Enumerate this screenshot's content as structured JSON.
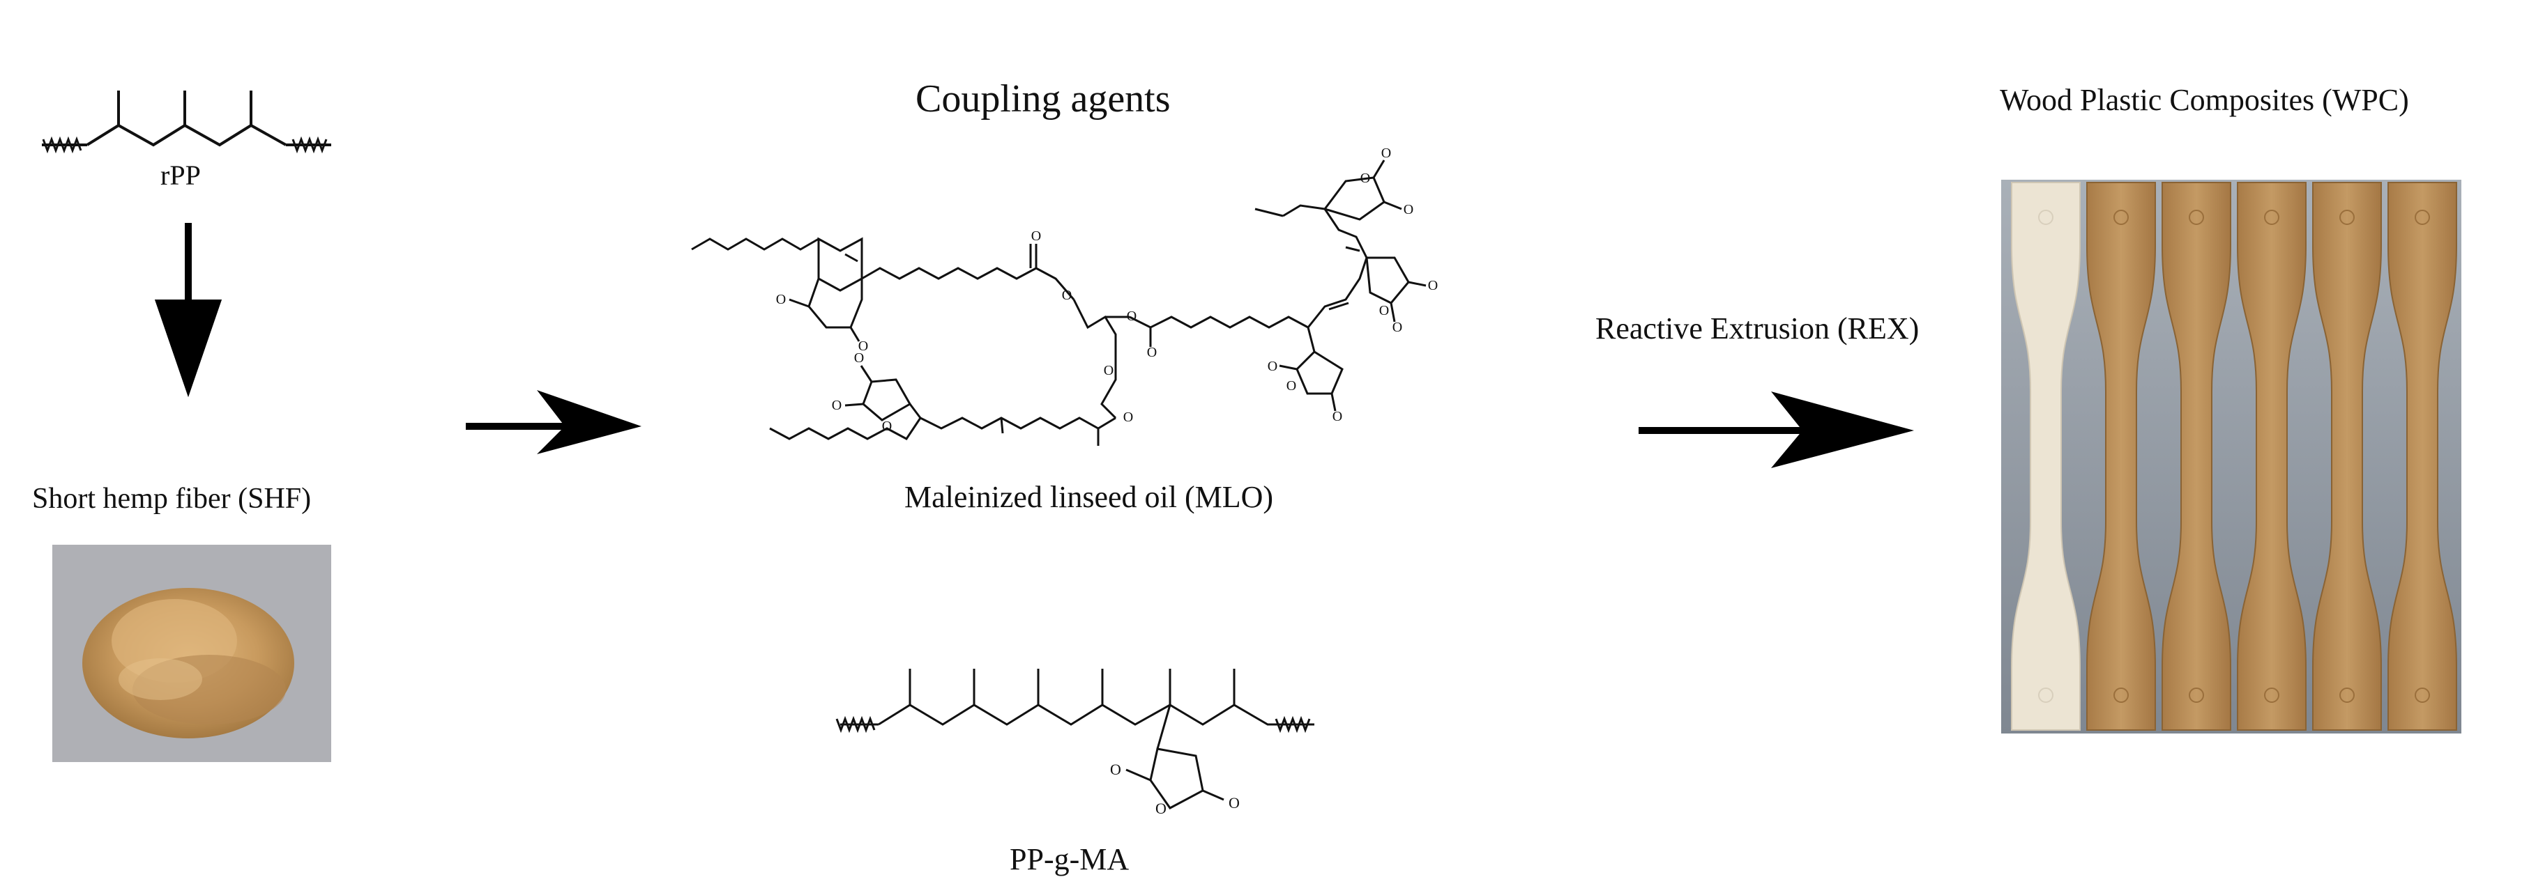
{
  "labels": {
    "rpp": "rPP",
    "shf": "Short hemp fiber (SHF)",
    "coupling": "Coupling agents",
    "mlo": "Maleinized linseed oil (MLO)",
    "ppgma": "PP-g-MA",
    "rex": "Reactive Extrusion (REX)",
    "wpc": "Wood Plastic Composites (WPC)"
  },
  "atoms": {
    "oxygen": "O"
  },
  "colors": {
    "arrow": "#000000",
    "bond": "#111111",
    "fiber_bg": "#a7a9ad",
    "fiber": "#c89a5e",
    "wpc_bg": "#8e98a3",
    "specimen_white": "#ece4d3",
    "specimen_wood": "#b88c57"
  },
  "wpc_specimens": [
    "white",
    "wood",
    "wood",
    "wood",
    "wood",
    "wood"
  ]
}
